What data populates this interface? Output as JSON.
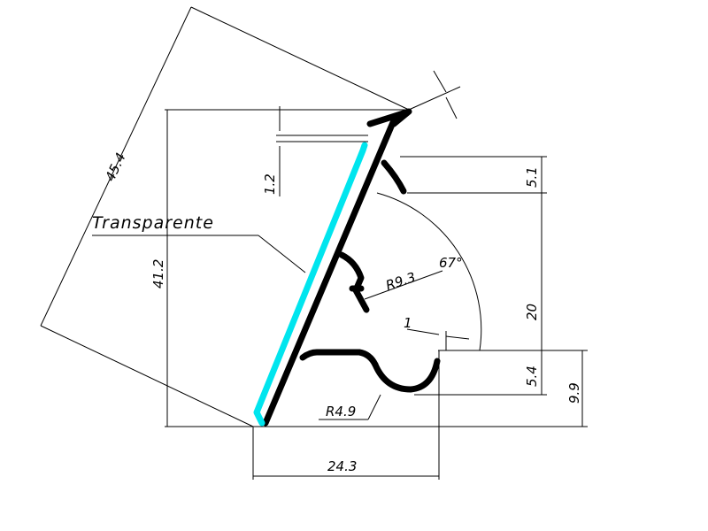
{
  "colors": {
    "profile": "#000000",
    "transparent_panel": "#00e5ee",
    "background": "#ffffff"
  },
  "labels": {
    "transparent": "Transparente"
  },
  "dimensions": {
    "diagonal_length": "45.4",
    "total_height": "41.2",
    "lip_offset": "1.2",
    "top_clip": "5.1",
    "middle_span": "20",
    "base_clip": "5.4",
    "base_height": "9.9",
    "base_width": "24.3",
    "radius_large": "R9.3",
    "radius_small": "R4.9",
    "angle": "67°",
    "clip_gap": "1"
  }
}
